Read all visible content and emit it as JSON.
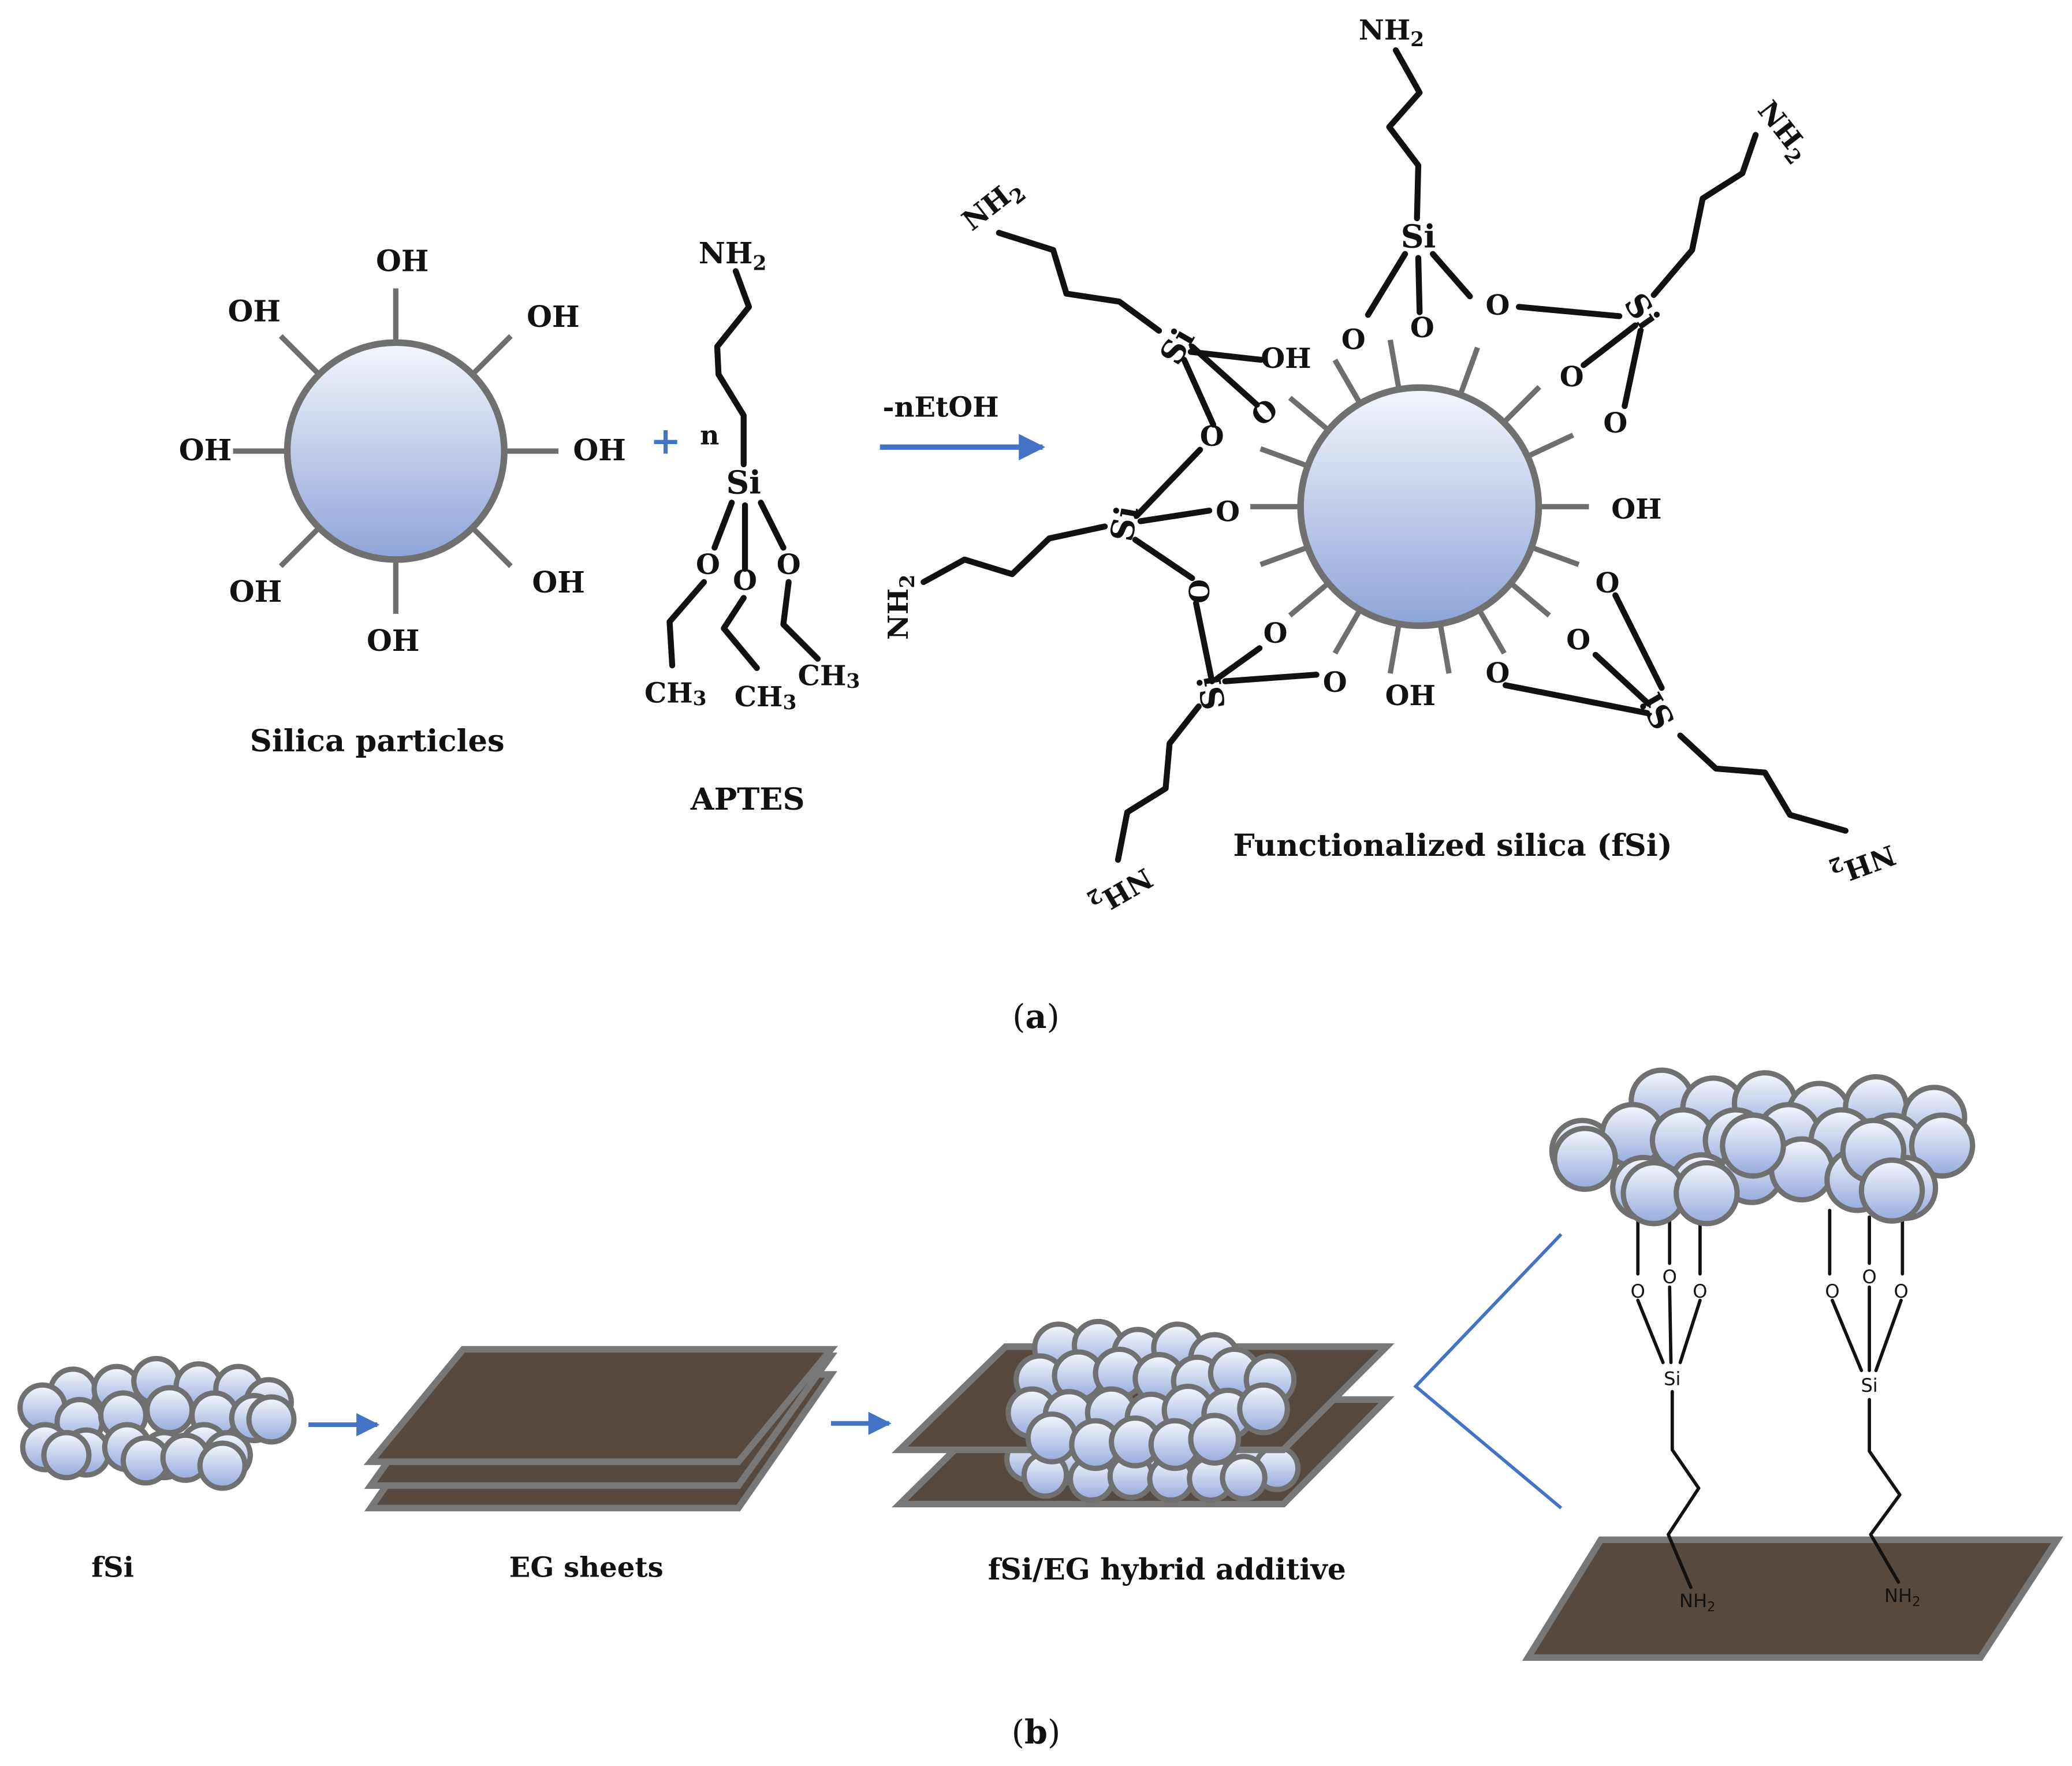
{
  "panel_a": {
    "silica": {
      "hydroxyl_label": "OH",
      "caption": "Silica particles"
    },
    "aptes": {
      "amine": "NH",
      "amine_sub": "2",
      "repeat_label": "n",
      "silicon": "Si",
      "oxygen": "O",
      "methyl": "CH",
      "methyl_sub": "3",
      "caption": "APTES",
      "plus_sign": "+"
    },
    "reaction": {
      "arrow_label": "-nEtOH"
    },
    "functionalized": {
      "amine": "NH",
      "amine_sub": "2",
      "silicon": "Si",
      "oxygen": "O",
      "hydroxyl": "OH",
      "caption": "Functionalized silica (fSi)"
    },
    "label_open": "(",
    "label_letter": "a",
    "label_close": ")"
  },
  "panel_b": {
    "fsi_caption": "fSi",
    "eg_caption": "EG sheets",
    "hybrid_caption": "fSi/EG hybrid additive",
    "detail": {
      "oxygen": "O",
      "silicon": "Si",
      "amine": "NH",
      "amine_sub": "2"
    },
    "label_open": "(",
    "label_letter": "b",
    "label_close": ")"
  },
  "colors": {
    "sphere_light": "#f2f5fc",
    "sphere_dark": "#8fa5d8",
    "sphere_outline": "#707070",
    "sheet_fill": "#564a40",
    "sheet_outline": "#777777",
    "arrow": "#4472c4",
    "text": "#111111"
  }
}
